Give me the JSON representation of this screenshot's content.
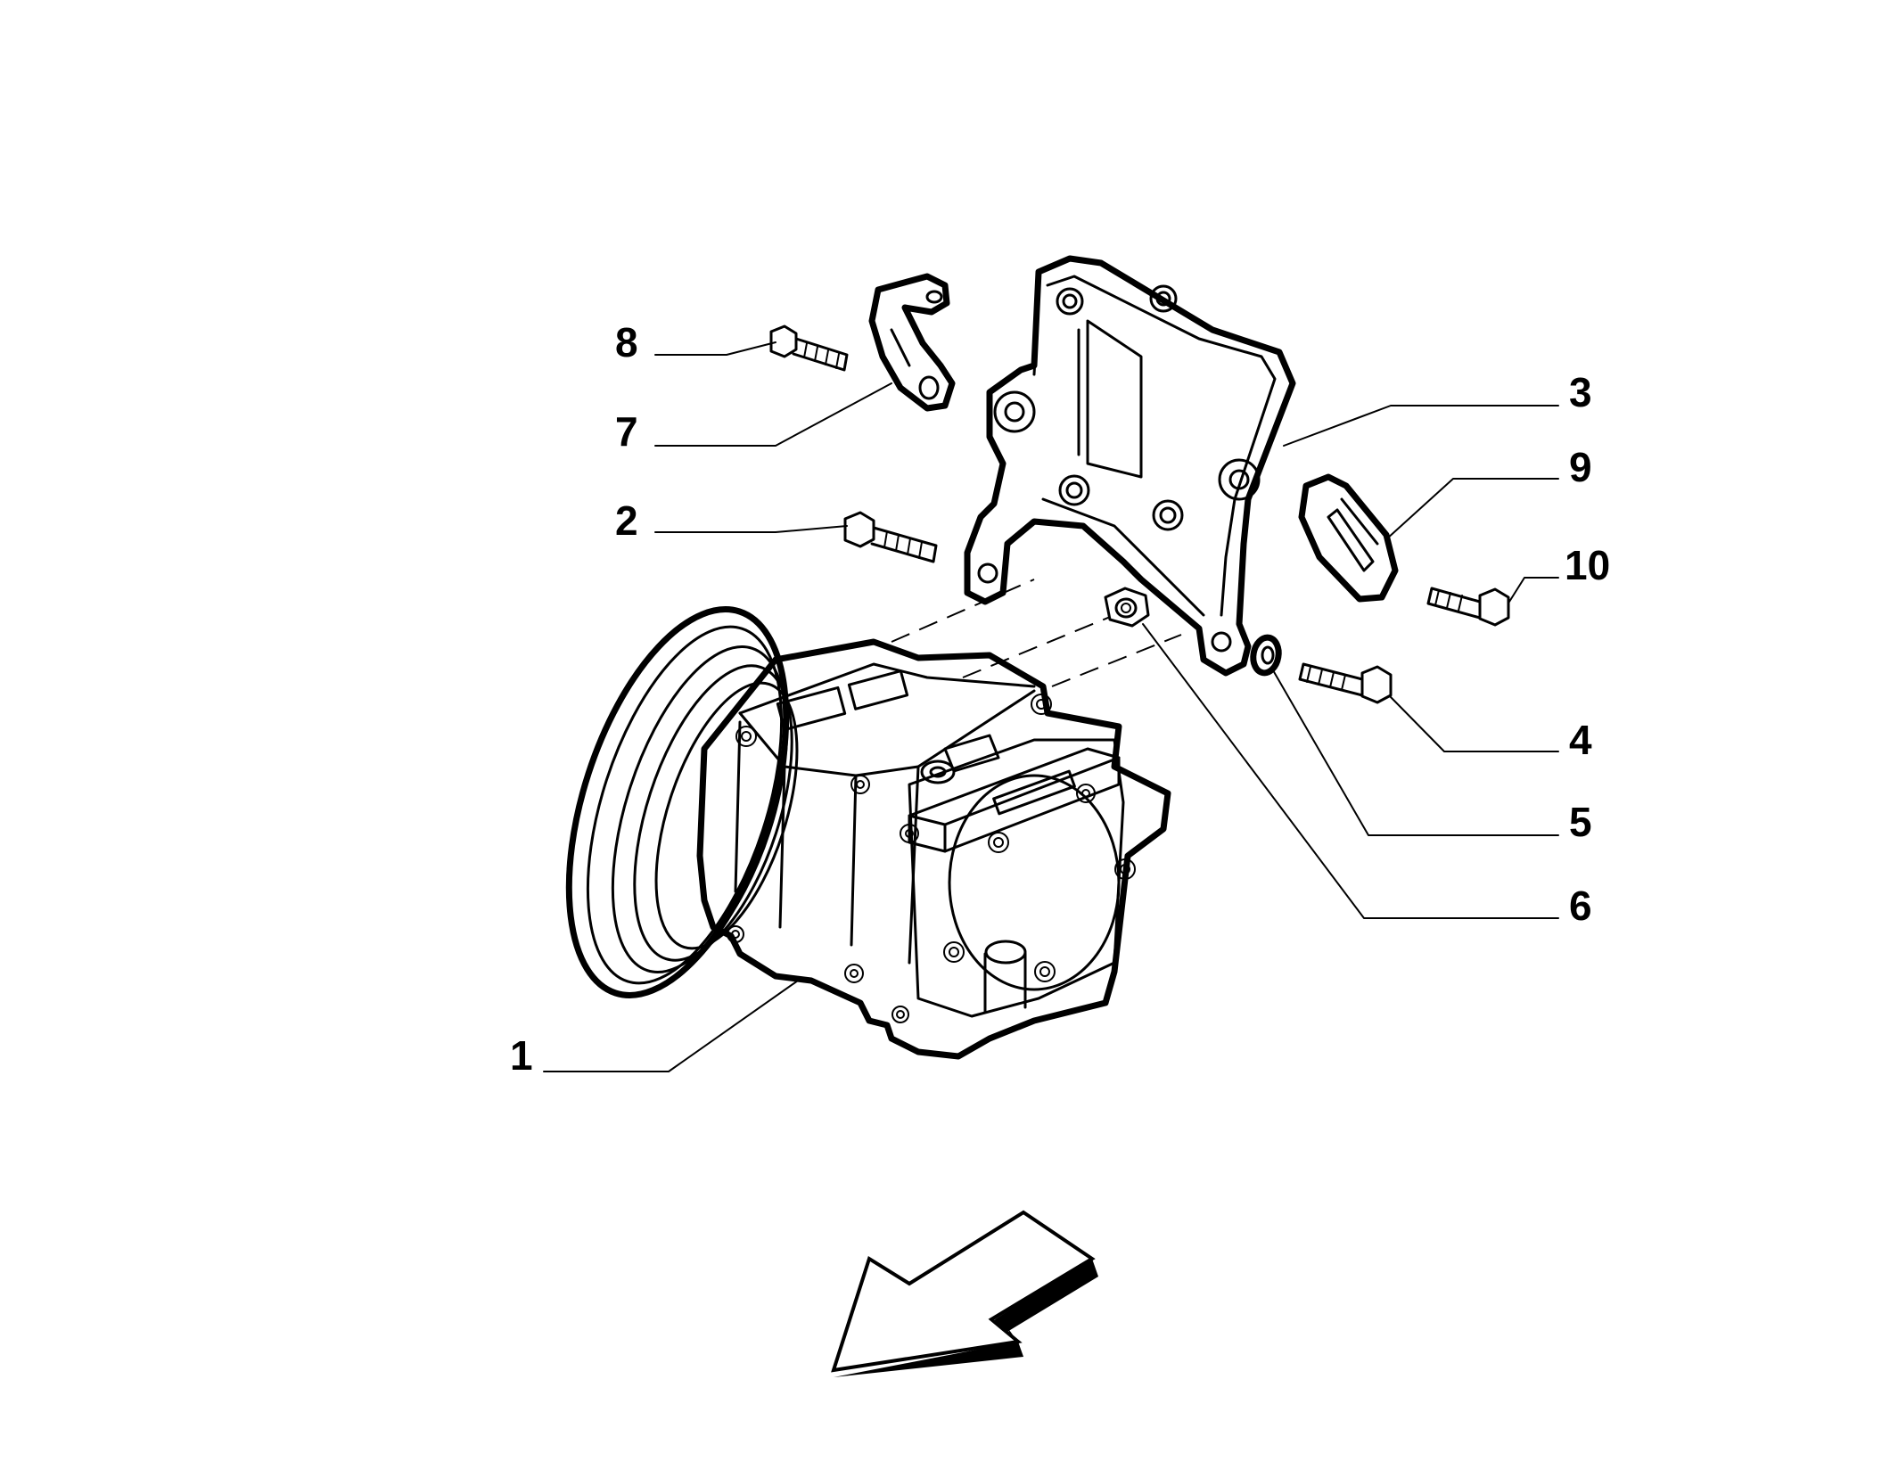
{
  "callouts": [
    {
      "id": "1",
      "label": "1"
    },
    {
      "id": "2",
      "label": "2"
    },
    {
      "id": "3",
      "label": "3"
    },
    {
      "id": "4",
      "label": "4"
    },
    {
      "id": "5",
      "label": "5"
    },
    {
      "id": "6",
      "label": "6"
    },
    {
      "id": "7",
      "label": "7"
    },
    {
      "id": "8",
      "label": "8"
    },
    {
      "id": "9",
      "label": "9"
    },
    {
      "id": "10",
      "label": "10"
    }
  ],
  "colors": {
    "ink": "#000000",
    "paper": "#ffffff"
  },
  "icons": [
    "direction-arrow-icon"
  ]
}
